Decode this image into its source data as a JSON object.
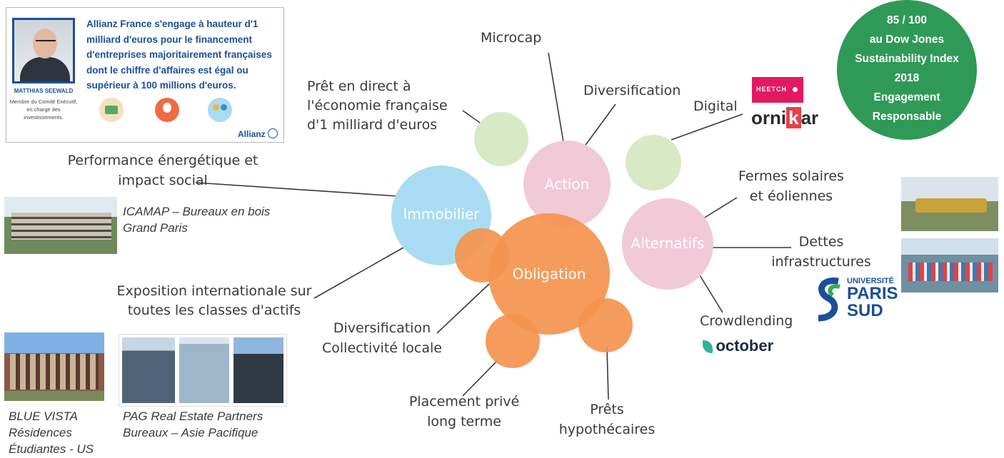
{
  "card": {
    "text": "Allianz France s'engage à hauteur d'1 milliard d'euros pour le financement d'entreprises majoritairement françaises dont le chiffre d'affaires est égal ou supérieur à 100 millions d'euros.",
    "name": "MATTHIAS SEEWALD",
    "role": "Membre du Comité Exécutif, en charge des investissements.",
    "logo": "Allianz"
  },
  "badge": {
    "score": "85 / 100",
    "line1": "au Dow Jones",
    "line2": "Sustainability Index",
    "year": "2018",
    "line3": "Engagement",
    "line4": "Responsable"
  },
  "bubbles": {
    "action": "Action",
    "immobilier": "Immobilier",
    "obligation": "Obligation",
    "alternatifs": "Alternatifs"
  },
  "labels": {
    "microcap": "Microcap",
    "pret_direct_1": "Prêt en direct à",
    "pret_direct_2": "l'économie française",
    "pret_direct_3": "d'1 milliard d'euros",
    "diversification_action": "Diversification",
    "digital": "Digital",
    "performance_1": "Performance énergétique et",
    "performance_2": "impact social",
    "fermes_1": "Fermes solaires",
    "fermes_2": "et éoliennes",
    "dettes_1": "Dettes",
    "dettes_2": "infrastructures",
    "crowdlending": "Crowdlending",
    "exposition_1": "Exposition internationale sur",
    "exposition_2": "toutes les classes d'actifs",
    "div_coll_1": "Diversification",
    "div_coll_2": "Collectivité locale",
    "placement_1": "Placement privé",
    "placement_2": "long terme",
    "prets_1": "Prêts",
    "prets_2": "hypothécaires"
  },
  "captions": {
    "icamap_1": "ICAMAP – Bureaux en bois",
    "icamap_2": "Grand Paris",
    "bluevista_1": "BLUE VISTA",
    "bluevista_2": "Résidences",
    "bluevista_3": "Étudiantes - US",
    "pag_1": "PAG Real Estate Partners",
    "pag_2": "Bureaux – Asie Pacifique"
  },
  "logos": {
    "heetch": "HEETCH",
    "ornikar_a": "orni",
    "ornikar_k": "k",
    "ornikar_b": "ar",
    "univ_1": "UNIVERSITÉ",
    "univ_2": "PARIS",
    "univ_3": "SUD",
    "october": "october"
  },
  "colors": {
    "orange": "#f4944e",
    "pink": "#f0cad6",
    "blue": "#a9dcf2",
    "green_light": "#d6e8c3",
    "badge_green": "#2f9a57",
    "allianz_blue": "#1b4f9a",
    "heetch_pink": "#e3195f",
    "ornikar_red": "#e8404a"
  }
}
